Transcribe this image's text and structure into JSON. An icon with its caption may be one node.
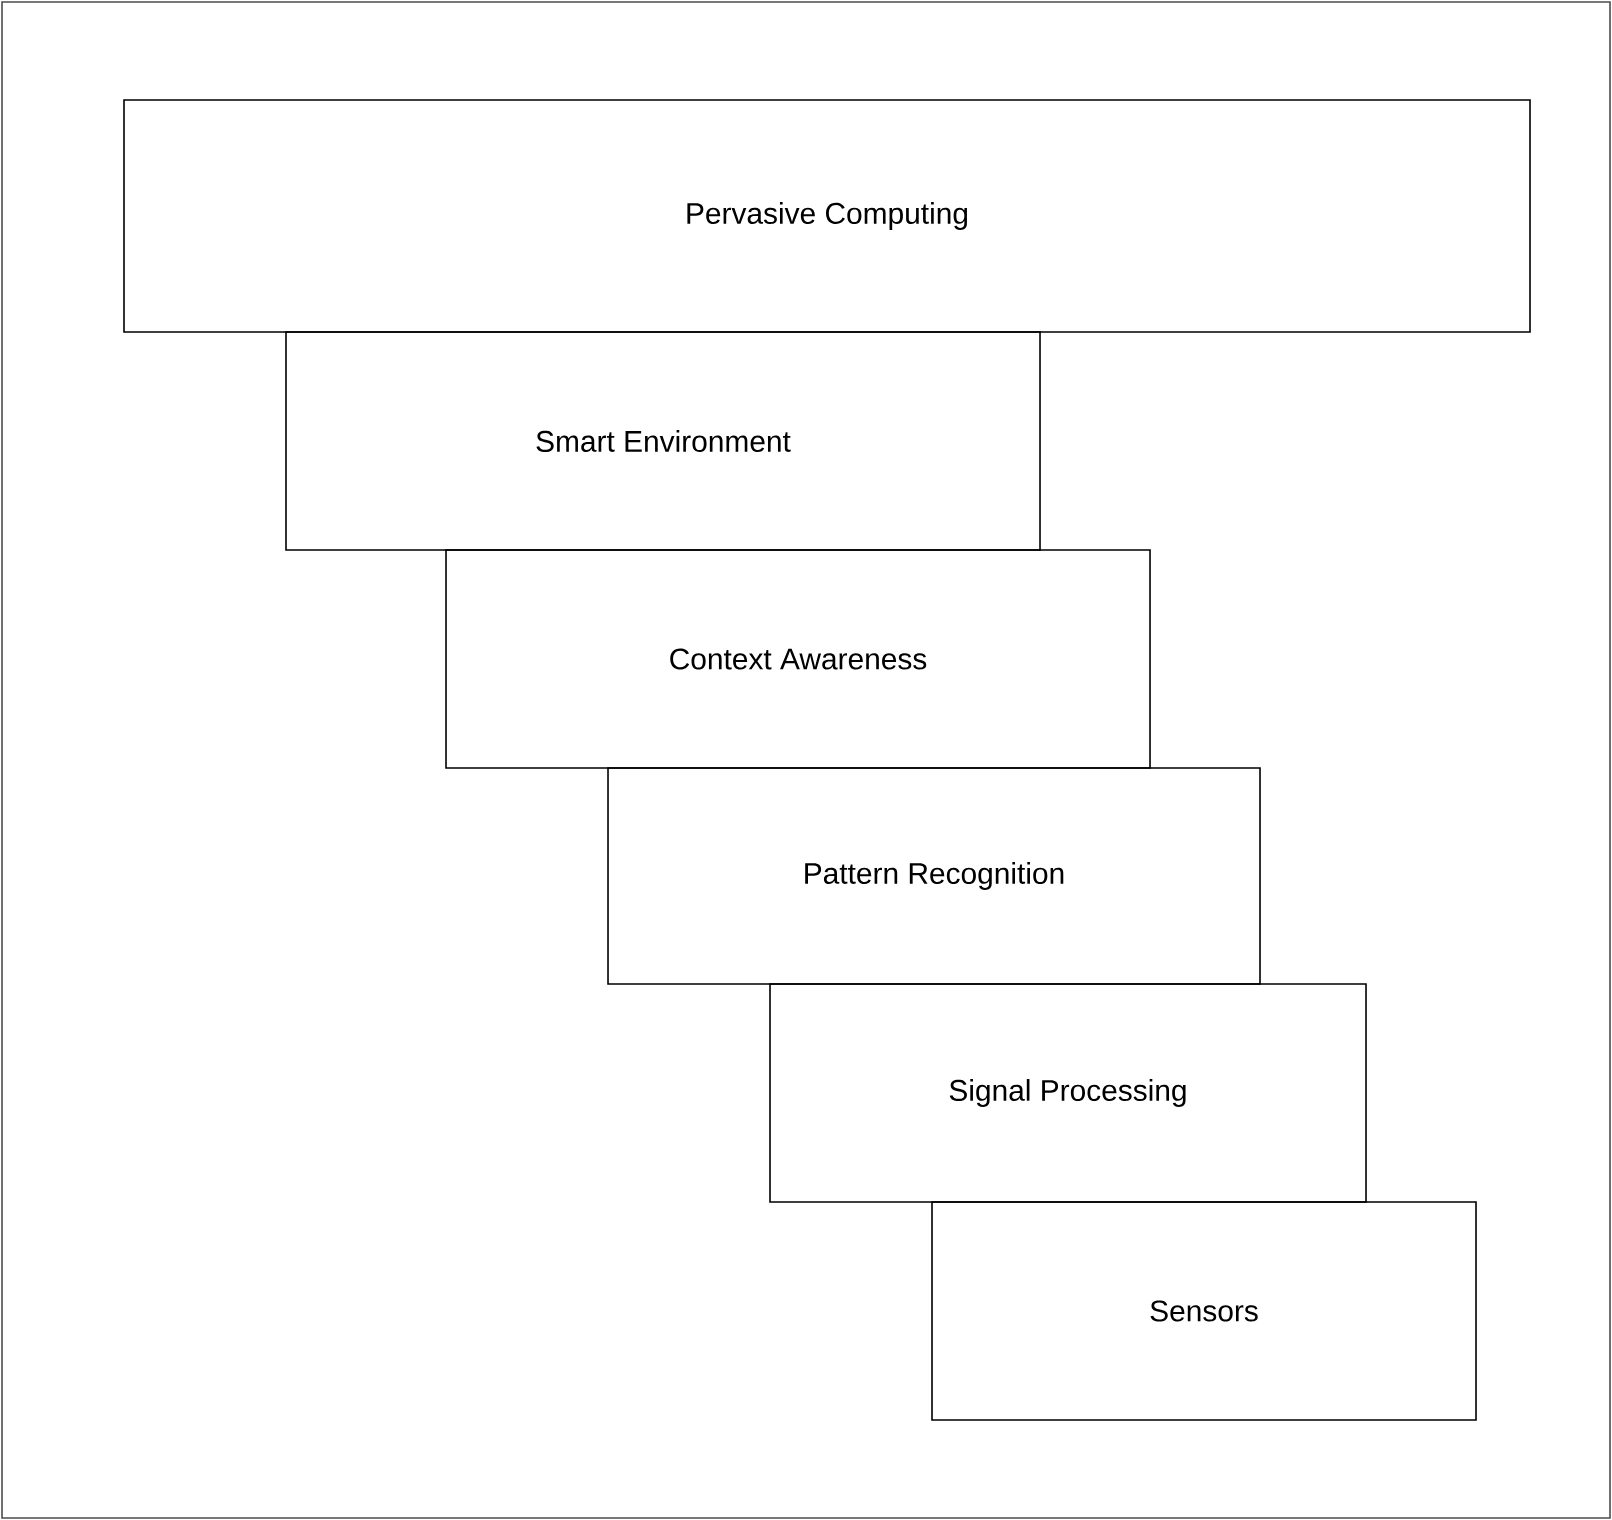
{
  "diagram": {
    "nodes": [
      {
        "text": [
          "Pervasive Computing"
        ]
      },
      {
        "text": [
          "Smart Environment"
        ]
      },
      {
        "text": [
          "Context Awareness"
        ]
      },
      {
        "text": [
          "Pattern Recognition"
        ]
      },
      {
        "text": [
          "Signal Processing"
        ]
      },
      {
        "text": [
          "Sensors"
        ]
      }
    ]
  }
}
